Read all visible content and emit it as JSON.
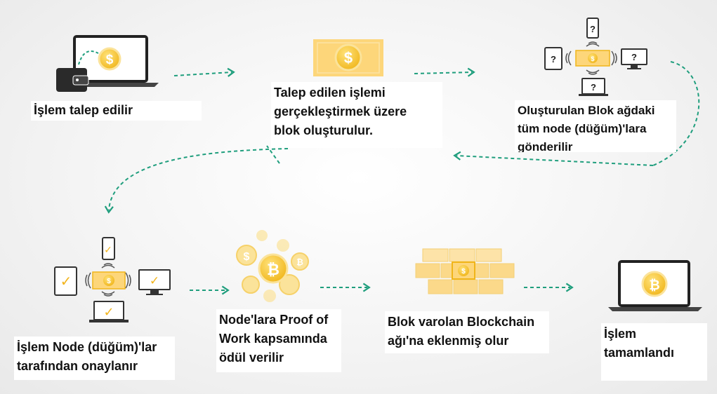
{
  "steps": [
    {
      "id": "request",
      "lines": [
        "İşlem talep edilir"
      ]
    },
    {
      "id": "block",
      "lines": [
        "Talep edilen işlemi",
        "gerçekleştirmek üzere",
        "blok oluşturulur."
      ]
    },
    {
      "id": "broadcast",
      "lines": [
        "Oluşturulan Blok ağdaki",
        "tüm node (düğüm)'lara",
        "gönderilir"
      ]
    },
    {
      "id": "validate",
      "lines": [
        "İşlem Node (düğüm)'lar",
        "tarafından onaylanır"
      ]
    },
    {
      "id": "reward",
      "lines": [
        "Node'lara Proof of",
        "Work kapsamında",
        "ödül verilir"
      ]
    },
    {
      "id": "chain",
      "lines": [
        "Blok varolan Blockchain",
        "ağı'na eklenmiş olur"
      ]
    },
    {
      "id": "complete",
      "lines": [
        "İşlem",
        "tamamlandı"
      ]
    }
  ],
  "icons": {
    "dollar_symbol": "$",
    "bitcoin_symbol": "₿",
    "unknown_symbol": "?",
    "check_symbol": "✓"
  },
  "colors": {
    "coin": "#f6c12c",
    "coin_ring": "#fbe39a",
    "banknote": "#fdd67a",
    "brick": "#fbd98a",
    "device": "#333333",
    "arrow": "#1f9e7d",
    "check": "#f2b41c"
  }
}
